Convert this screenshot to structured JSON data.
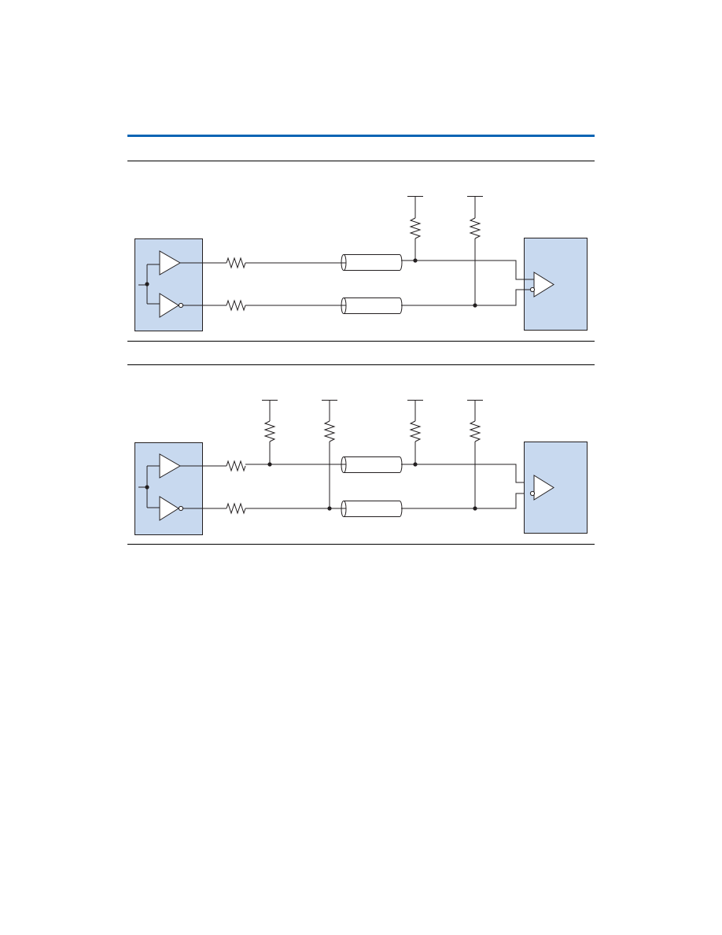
{
  "page": {
    "background": "#ffffff"
  },
  "colors": {
    "header_rule": "#0a64b4",
    "rule": "#000000",
    "block_fill": "#c8d9ef",
    "wire": "#231f20"
  },
  "figures": [
    {
      "id": "top",
      "driver": {
        "buffers": [
          "buffer",
          "inverter"
        ],
        "input_junction": true
      },
      "transmission_lines": 2,
      "series_resistors": 2,
      "pullup_resistors_near_receiver": 2,
      "pullup_resistors_near_driver": 0,
      "receiver": "differential-comparator"
    },
    {
      "id": "bottom",
      "driver": {
        "buffers": [
          "buffer",
          "inverter"
        ],
        "input_junction": true
      },
      "transmission_lines": 2,
      "series_resistors": 2,
      "pullup_resistors_near_receiver": 2,
      "pullup_resistors_near_driver": 2,
      "receiver": "differential-comparator"
    }
  ]
}
